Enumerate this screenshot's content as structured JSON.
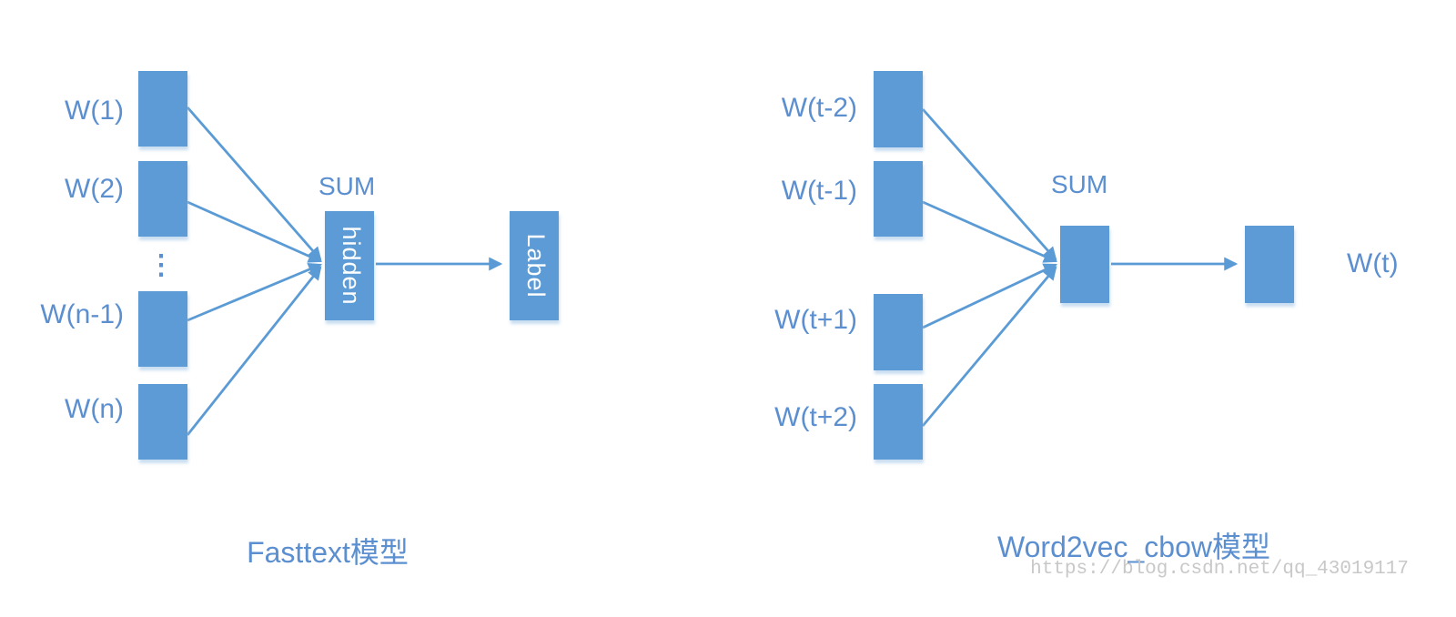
{
  "colors": {
    "box_fill": "#5b9bd5",
    "line_stroke": "#5b9bd5",
    "label_text": "#5b8fd0",
    "box_text": "#ffffff",
    "watermark_text": "#c8c8c8",
    "background": "#ffffff",
    "shadow": "#9dc3e6"
  },
  "fasttext": {
    "inputs": [
      "W(1)",
      "W(2)",
      "W(n-1)",
      "W(n)"
    ],
    "ellipsis": "⋮",
    "sum_label": "SUM",
    "hidden_label": "hidden",
    "output_label": "Label",
    "caption": "Fasttext模型"
  },
  "word2vec": {
    "inputs": [
      "W(t-2)",
      "W(t-1)",
      "W(t+1)",
      "W(t+2)"
    ],
    "sum_label": "SUM",
    "output_text": "W(t)",
    "caption": "Word2vec_cbow模型"
  },
  "watermark": "https://blog.csdn.net/qq_43019117"
}
